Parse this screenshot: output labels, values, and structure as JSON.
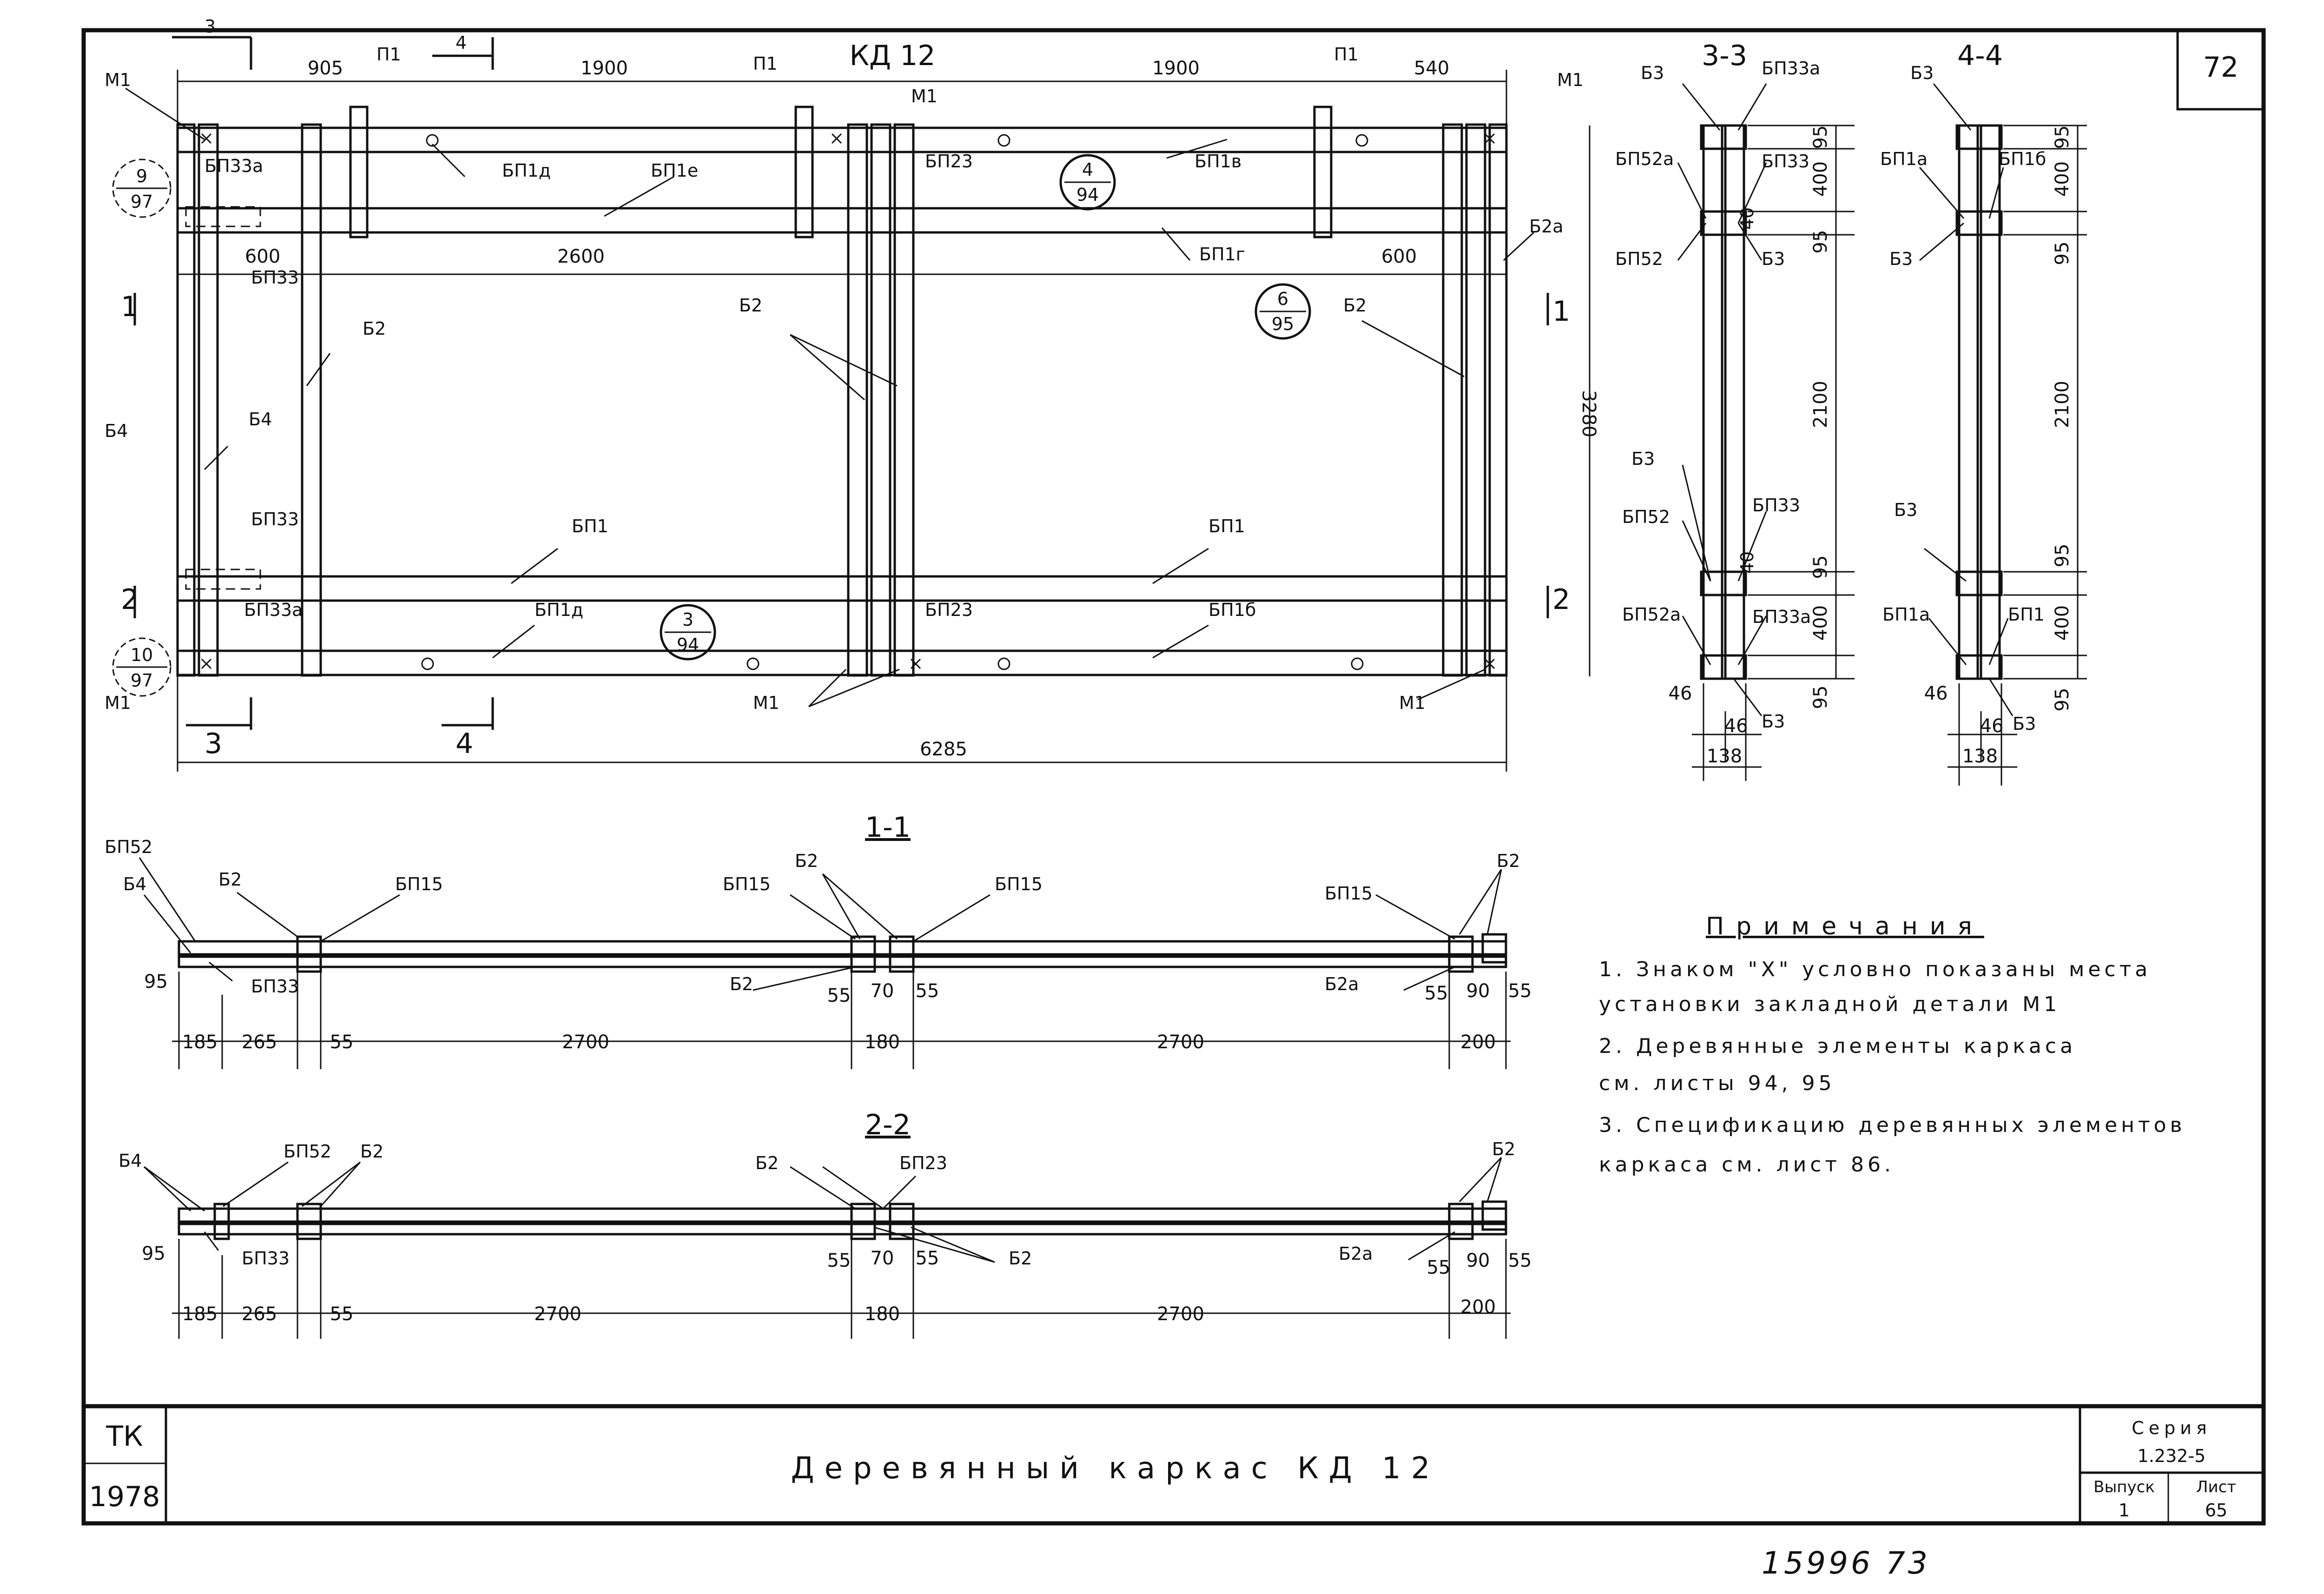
{
  "sheet": {
    "page_corner": "72",
    "handwritten_footer": "15996   73",
    "title": "Деревянный каркас КД 12",
    "stamp_left_top": "ТК",
    "stamp_left_bottom": "1978",
    "series_label": "Серия",
    "series_value": "1.232-5",
    "issue_label": "Выпуск",
    "issue_value": "1",
    "sheet_label": "Лист",
    "sheet_value": "65"
  },
  "plan": {
    "heading": "КД 12",
    "dims_top": [
      "905",
      "1900",
      "1900",
      "540"
    ],
    "dims_mid": [
      "600",
      "2600",
      "600"
    ],
    "dim_total_width": "6285",
    "dim_height": "3280",
    "cut_marks": [
      "1",
      "1",
      "2",
      "2",
      "3",
      "3",
      "4",
      "4"
    ],
    "details": [
      {
        "num": "9",
        "den": "97"
      },
      {
        "num": "4",
        "den": "94"
      },
      {
        "num": "6",
        "den": "95"
      },
      {
        "num": "3",
        "den": "94"
      },
      {
        "num": "10",
        "den": "97"
      }
    ],
    "labels": {
      "m1": "М1",
      "p1": "П1",
      "bp33a": "БП33а",
      "bp33": "БП33",
      "bp1d": "БП1д",
      "bp1e": "БП1е",
      "bp23": "БП23",
      "bp1v": "БП1в",
      "bp1g": "БП1г",
      "b2": "Б2",
      "b2a": "Б2а",
      "b4": "Б4",
      "bp1": "БП1",
      "bp1b": "БП1б"
    }
  },
  "sec33": {
    "heading": "3-3",
    "labels": [
      "Б3",
      "БП33а",
      "БП52а",
      "БП33",
      "БП52",
      "Б3",
      "Б3",
      "БП52",
      "БП33",
      "БП52а",
      "БП33а",
      "Б3"
    ],
    "dims_v": [
      "95",
      "400",
      "95",
      "2100",
      "95",
      "400",
      "95"
    ],
    "dims_small": [
      "40",
      "40"
    ],
    "dims_bottom": [
      "46",
      "46",
      "138"
    ]
  },
  "sec44": {
    "heading": "4-4",
    "labels": [
      "Б3",
      "БП1а",
      "БП1б",
      "Б3",
      "Б3",
      "БП1а",
      "БП1",
      "Б3"
    ],
    "dims_v": [
      "95",
      "400",
      "95",
      "2100",
      "95",
      "400",
      "95"
    ],
    "dims_bottom": [
      "46",
      "46",
      "138"
    ]
  },
  "sec11": {
    "heading": "1-1",
    "labels": [
      "БП52",
      "Б4",
      "Б2",
      "БП15",
      "Б2",
      "БП15",
      "БП15",
      "БП15",
      "Б2",
      "БП33",
      "Б2",
      "Б2а"
    ],
    "dims": [
      "95",
      "185",
      "265",
      "55",
      "2700",
      "55",
      "70",
      "55",
      "180",
      "2700",
      "55",
      "90",
      "55",
      "200"
    ]
  },
  "sec22": {
    "heading": "2-2",
    "labels": [
      "Б4",
      "БП52",
      "Б2",
      "Б2",
      "БП23",
      "Б2",
      "БП33",
      "Б2",
      "Б2а"
    ],
    "dims": [
      "95",
      "185",
      "265",
      "55",
      "2700",
      "55",
      "70",
      "55",
      "180",
      "2700",
      "55",
      "90",
      "55",
      "200"
    ]
  },
  "notes": {
    "heading": "Примечания",
    "lines": [
      "1. Знаком \"X\" условно показаны места",
      "установки закладной детали М1",
      "2. Деревянные элементы каркаса",
      "см. листы 94, 95",
      "3. Спецификацию деревянных элементов",
      "каркаса см. лист 86."
    ]
  }
}
